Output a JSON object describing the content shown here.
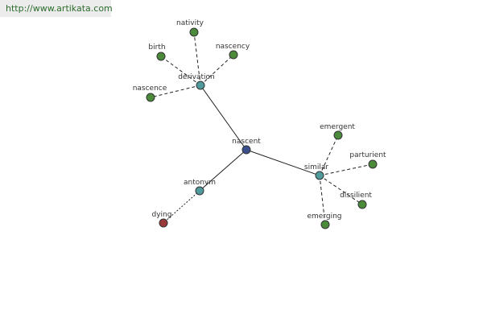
{
  "source_url": "http://www.artikata.com",
  "colors": {
    "center_node": "#3b4f8c",
    "category_node": "#4f9a9a",
    "leaf_node": "#4a8a3a",
    "antonym_leaf": "#9a3a3a"
  },
  "nodes": {
    "nascent": "nascent",
    "derivation": "derivation",
    "similar": "similar",
    "antonym": "antonym",
    "nativity": "nativity",
    "birth": "birth",
    "nascency": "nascency",
    "nascence": "nascence",
    "emergent": "emergent",
    "parturient": "parturient",
    "dissilient": "dissilient",
    "emerging": "emerging",
    "dying": "dying"
  }
}
